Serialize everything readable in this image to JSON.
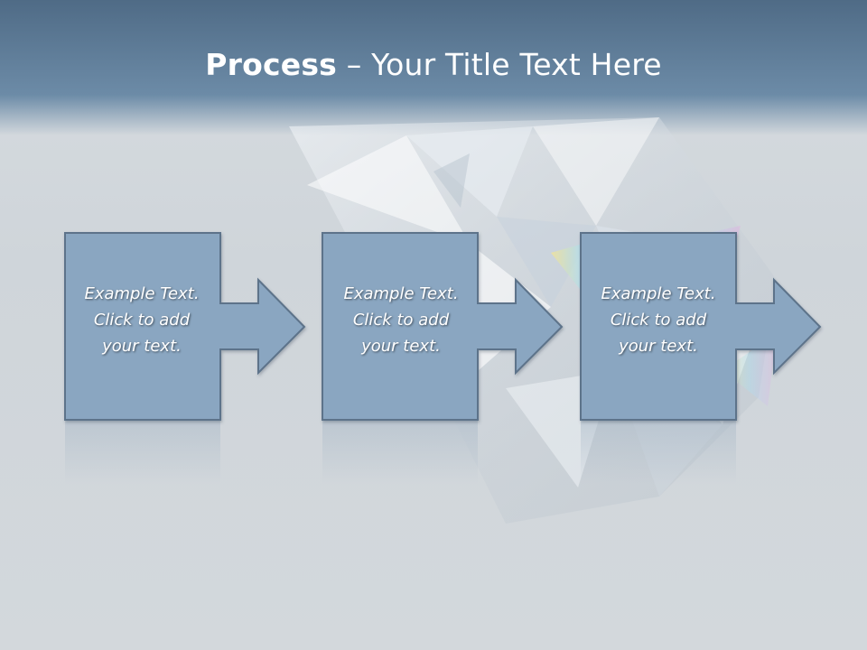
{
  "slide": {
    "title_bold": "Process",
    "title_rest": " – Your Title Text Here"
  },
  "steps": [
    {
      "line1": "Example Text.",
      "line2": "Click  to add",
      "line3": "your text."
    },
    {
      "line1": "Example Text.",
      "line2": "Click  to add",
      "line3": "your text."
    },
    {
      "line1": "Example Text.",
      "line2": "Click  to add",
      "line3": "your text."
    }
  ],
  "colors": {
    "header": "#5a7893",
    "box_fill": "#8aa6c1",
    "box_border": "#5d738a",
    "text": "#ffffff"
  }
}
